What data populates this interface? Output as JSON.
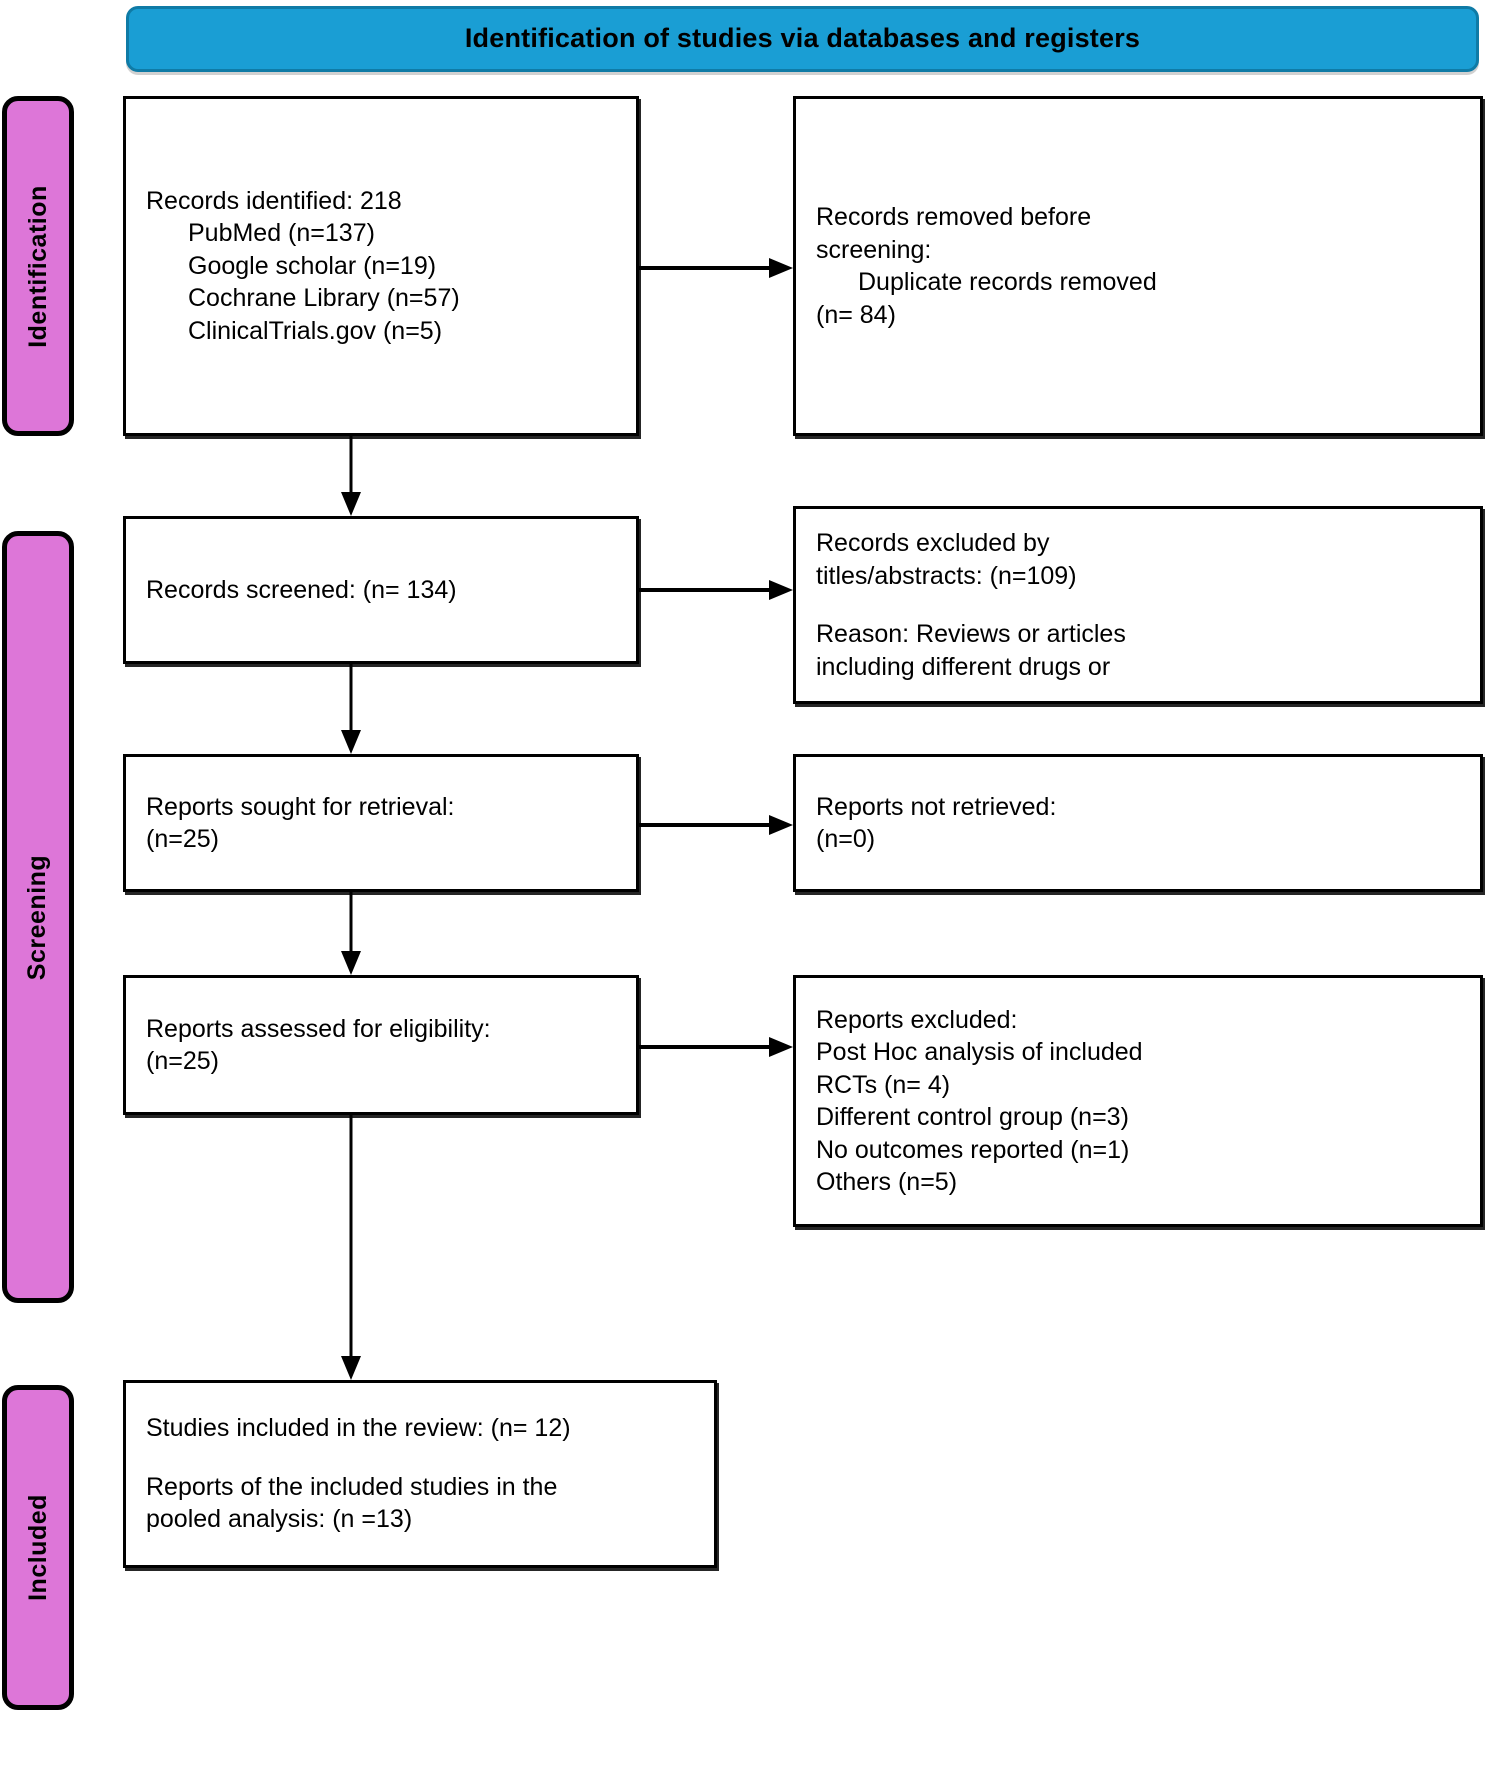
{
  "banner": {
    "title": "Identification of studies via databases and registers",
    "color": "#1a9ed4"
  },
  "stages": {
    "identification": "Identification",
    "screening": "Screening",
    "included": "Included",
    "color": "#dd76d8"
  },
  "boxes": {
    "identified": {
      "name": "records-identified",
      "lines": [
        "Records identified: 218",
        "PubMed (n=137)",
        "Google scholar (n=19)",
        "Cochrane Library (n=57)",
        "ClinicalTrials.gov (n=5)"
      ]
    },
    "removed": {
      "name": "records-removed-before-screening",
      "lines": [
        "Records removed before",
        "screening:",
        "Duplicate records removed",
        "(n= 84)"
      ]
    },
    "screened": {
      "name": "records-screened",
      "lines": [
        "Records screened: (n= 134)"
      ]
    },
    "excluded_titles": {
      "name": "records-excluded-by-titles-abstracts",
      "lines": [
        "Records excluded by",
        "titles/abstracts: (n=109)",
        "Reason: Reviews or articles",
        "including different drugs or"
      ]
    },
    "sought": {
      "name": "reports-sought-for-retrieval",
      "lines": [
        "Reports sought for retrieval:",
        "(n=25)"
      ]
    },
    "not_retrieved": {
      "name": "reports-not-retrieved",
      "lines": [
        "Reports not retrieved:",
        "(n=0)"
      ]
    },
    "assessed": {
      "name": "reports-assessed-for-eligibility",
      "lines": [
        "Reports assessed for eligibility:",
        "(n=25)"
      ]
    },
    "reports_excluded": {
      "name": "reports-excluded",
      "lines": [
        "Reports excluded:",
        "Post Hoc analysis of included",
        "RCTs (n= 4)",
        "Different control group (n=3)",
        "No outcomes reported (n=1)",
        "Others (n=5)"
      ]
    },
    "included": {
      "name": "studies-included",
      "lines": [
        "Studies included in the review: (n= 12)",
        "Reports of the included studies in the",
        "pooled analysis: (n =13)"
      ]
    }
  },
  "chart_data": {
    "type": "diagram",
    "title": "PRISMA 2020 flow diagram",
    "counts": {
      "records_identified_total": 218,
      "pubmed": 137,
      "google_scholar": 19,
      "cochrane_library": 57,
      "clinicaltrials_gov": 5,
      "duplicates_removed": 84,
      "records_screened": 134,
      "records_excluded_titles_abstracts": 109,
      "reports_sought": 25,
      "reports_not_retrieved": 0,
      "reports_assessed": 25,
      "excluded_post_hoc_rcts": 4,
      "excluded_different_control_group": 3,
      "excluded_no_outcomes_reported": 1,
      "excluded_others": 5,
      "studies_included_review": 12,
      "reports_pooled_analysis": 13
    }
  }
}
